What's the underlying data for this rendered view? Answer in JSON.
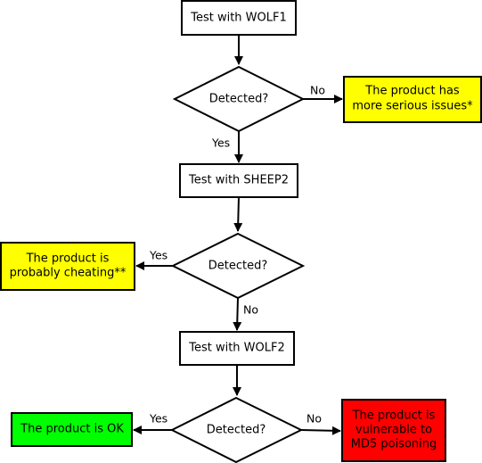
{
  "nodes": {
    "test_wolf1": "Test with WOLF1",
    "detected_1": "Detected?",
    "serious_issues": [
      "The product has",
      "more serious issues*"
    ],
    "test_sheep2": "Test with SHEEP2",
    "detected_2": "Detected?",
    "cheating": [
      "The product is",
      "probably cheating**"
    ],
    "test_wolf2": "Test with WOLF2",
    "detected_3": "Detected?",
    "product_ok": "The product is OK",
    "md5_vulnerable": [
      "The product is",
      "vulnerable to",
      "MD5 poisoning"
    ]
  },
  "edges": {
    "d1_no": "No",
    "d1_yes": "Yes",
    "d2_yes": "Yes",
    "d2_no": "No",
    "d3_yes": "Yes",
    "d3_no": "No"
  },
  "colors": {
    "process_fill": "#ffffff",
    "warning_fill": "#ffff00",
    "ok_fill": "#00ff00",
    "danger_fill": "#ff0000",
    "stroke": "#000000"
  }
}
